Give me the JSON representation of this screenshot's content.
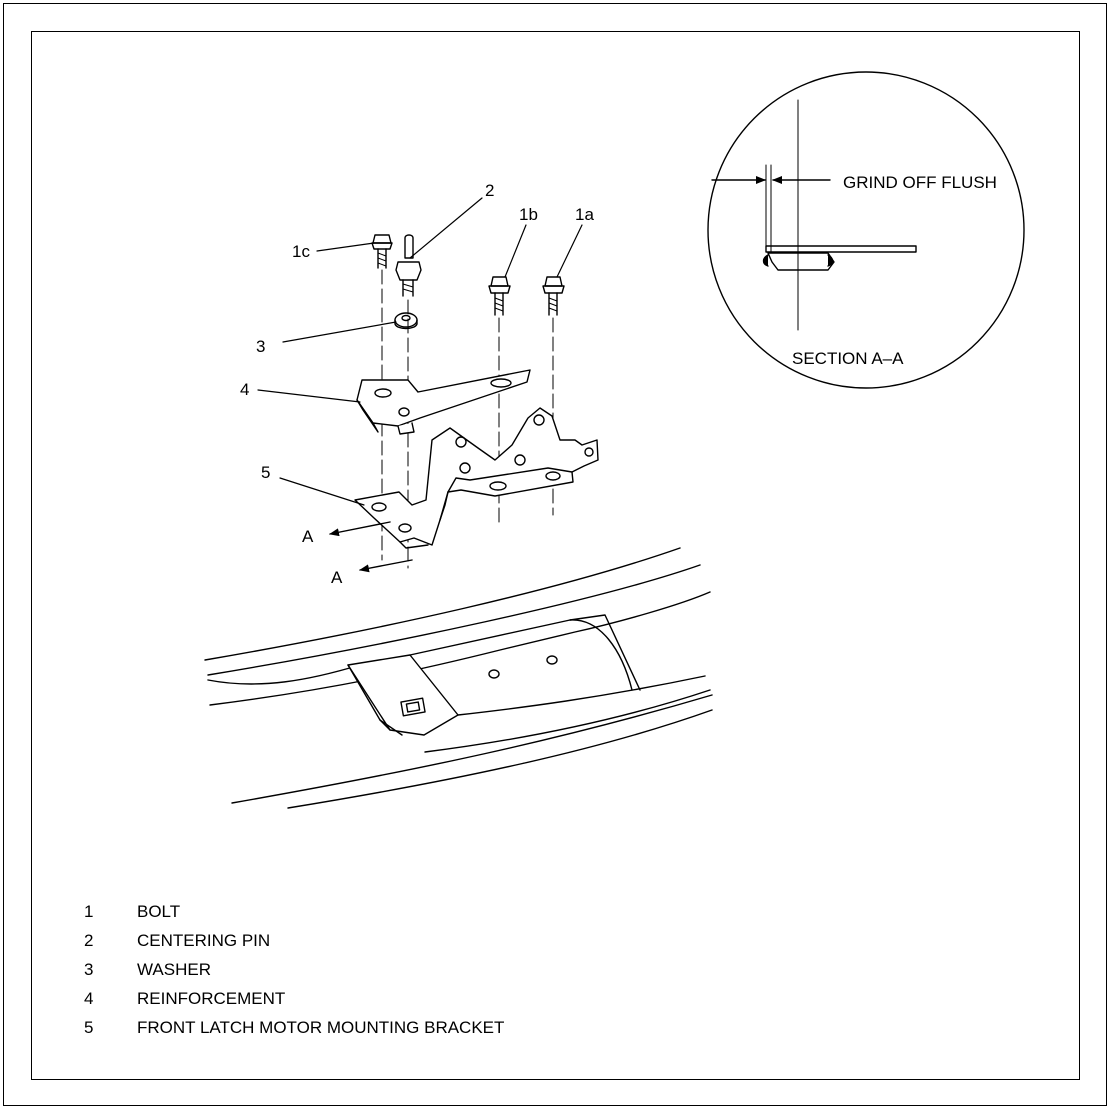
{
  "callouts": {
    "bolt_1a": "1a",
    "bolt_1b": "1b",
    "bolt_1c": "1c",
    "pin_2": "2",
    "washer_3": "3",
    "reinforcement_4": "4",
    "bracket_5": "5",
    "section_arrow_upper": "A",
    "section_arrow_lower": "A"
  },
  "detail": {
    "grind_label": "GRIND OFF FLUSH",
    "section_label": "SECTION A–A"
  },
  "legend": [
    {
      "number": "1",
      "description": "BOLT"
    },
    {
      "number": "2",
      "description": "CENTERING PIN"
    },
    {
      "number": "3",
      "description": "WASHER"
    },
    {
      "number": "4",
      "description": "REINFORCEMENT"
    },
    {
      "number": "5",
      "description": "FRONT LATCH MOTOR MOUNTING BRACKET"
    }
  ]
}
